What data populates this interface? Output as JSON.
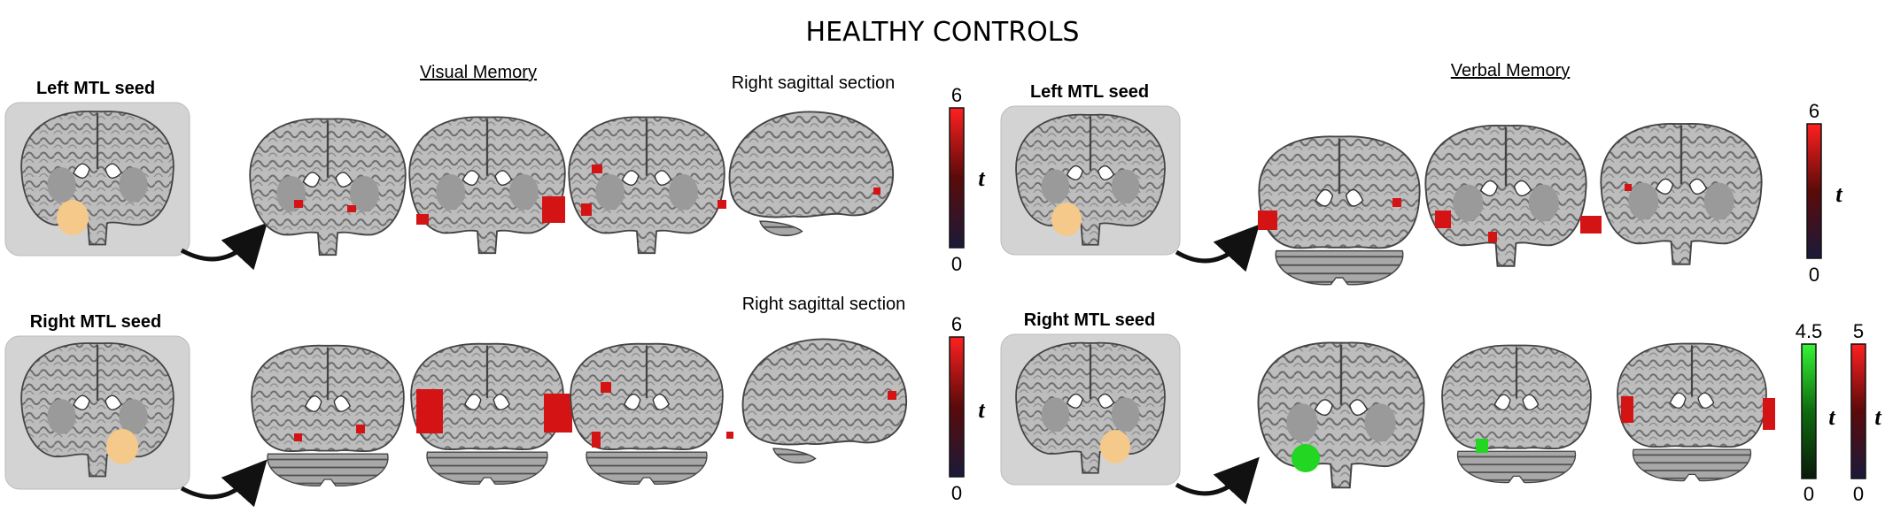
{
  "title": "HEALTHY CONTROLS",
  "sections": {
    "visual": "Visual Memory",
    "verbal": "Verbal Memory"
  },
  "labels": {
    "left_seed": "Left MTL seed",
    "right_seed": "Right MTL seed",
    "sagittal": "Right sagittal section"
  },
  "colorbars": [
    {
      "id": "cb-visual-top",
      "max": "6",
      "min": "0",
      "var": "t",
      "color": "#e8141c"
    },
    {
      "id": "cb-visual-bottom",
      "max": "6",
      "min": "0",
      "var": "t",
      "color": "#e8141c"
    },
    {
      "id": "cb-verbal-top",
      "max": "6",
      "min": "0",
      "var": "t",
      "color": "#e8141c"
    },
    {
      "id": "cb-verbal-bottom-green",
      "max": "4.5",
      "min": "0",
      "var": "t",
      "color": "#2ee82e"
    },
    {
      "id": "cb-verbal-bottom-red",
      "max": "5",
      "min": "0",
      "var": "t",
      "color": "#e8141c"
    }
  ],
  "colors": {
    "seed": "#f5c98a",
    "activation_red": "#d41414",
    "activation_green": "#22d622",
    "seed_box": "#d3d3d3"
  }
}
